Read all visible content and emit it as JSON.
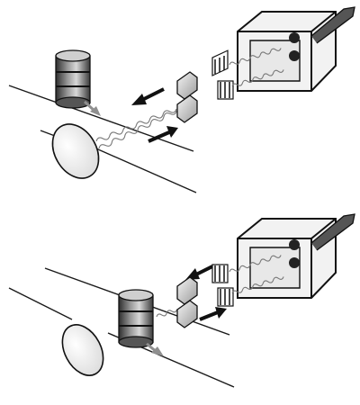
{
  "figure": {
    "panels": [
      {
        "id": "top",
        "object_position": "in-beam",
        "description_hidden": ""
      },
      {
        "id": "bottom",
        "object_position": "out-of-beam",
        "description_hidden": ""
      }
    ]
  },
  "colors": {
    "ink": "#111111",
    "belt_line": "#1a1a1a",
    "housing_fill": "#f2f2f2",
    "housing_dark": "#2b2b2b",
    "lens_fill": "#d9d9d9",
    "lens_dark": "#8a8a8a",
    "reflector_fill": "#ececec",
    "beam_wave": "#777777",
    "move_arrow": "#8f8f8f",
    "can_light": "#d0d0d0",
    "can_dark": "#4a4a4a"
  },
  "icons": {
    "sensor": "photoelectric-sensor-icon",
    "reflector": "reflector-disc-icon",
    "can": "product-can-icon",
    "emit_arrow": "arrow-left-icon",
    "return_arrow": "arrow-right-icon",
    "motion_arrow": "conveyor-motion-icon"
  }
}
